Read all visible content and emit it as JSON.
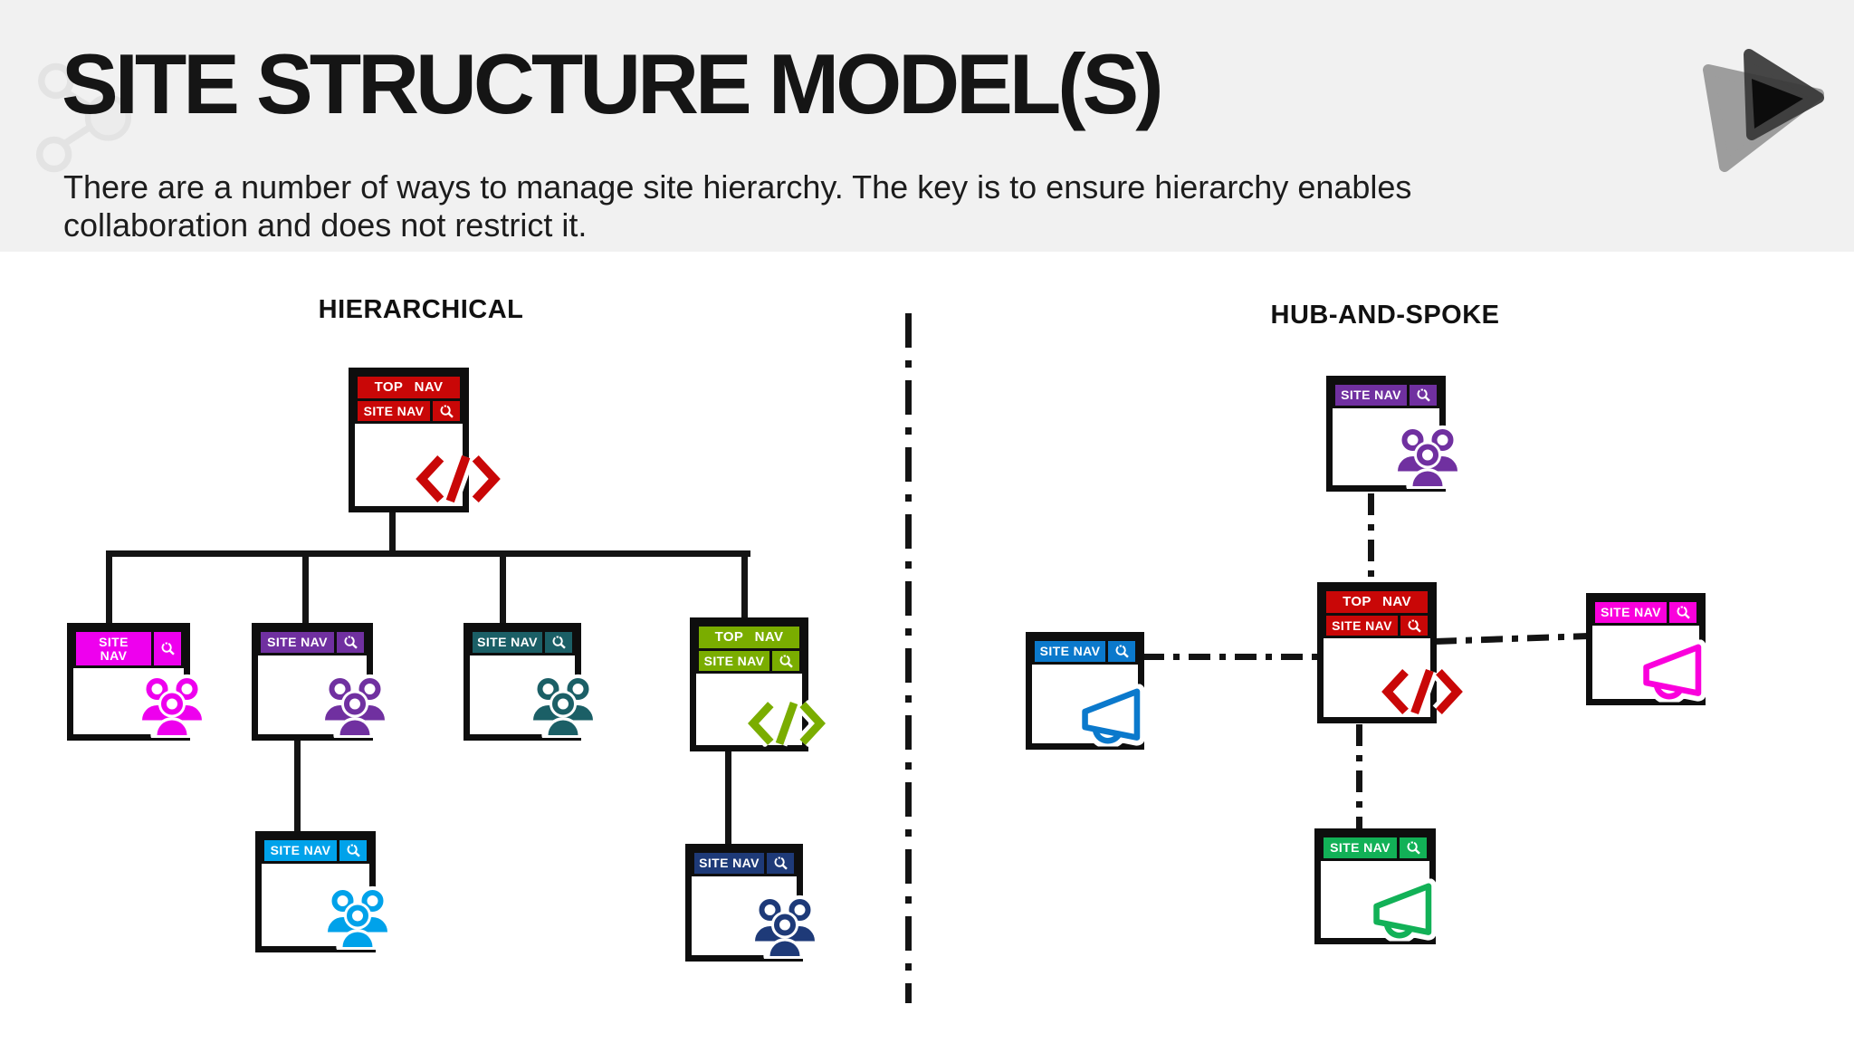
{
  "slide": {
    "title": "SITE STRUCTURE MODEL(S)",
    "subtitle": "There are a number of ways to manage site hierarchy. The key is to ensure hierarchy enables\ncollaboration and does not restrict it."
  },
  "labels": {
    "top_nav": "TOP NAV",
    "site_nav": "SITE NAV"
  },
  "sections": {
    "hierarchical": {
      "title": "HIERARCHICAL",
      "nodes": [
        {
          "id": "root",
          "color_key": "red",
          "bars": [
            "TOP NAV",
            "SITE NAV"
          ],
          "icon": "code-icon"
        },
        {
          "id": "child-1",
          "color_key": "magenta",
          "bars": [
            "SITE NAV"
          ],
          "icon": "people-icon"
        },
        {
          "id": "child-2",
          "color_key": "purple",
          "bars": [
            "SITE NAV"
          ],
          "icon": "people-icon",
          "child": "grandchild-1"
        },
        {
          "id": "child-3",
          "color_key": "teal",
          "bars": [
            "SITE NAV"
          ],
          "icon": "people-icon"
        },
        {
          "id": "child-4",
          "color_key": "olive_green",
          "bars": [
            "TOP NAV",
            "SITE NAV"
          ],
          "icon": "code-icon",
          "child": "grandchild-2"
        },
        {
          "id": "grandchild-1",
          "color_key": "light_blue",
          "bars": [
            "SITE NAV"
          ],
          "icon": "people-icon"
        },
        {
          "id": "grandchild-2",
          "color_key": "navy",
          "bars": [
            "SITE NAV"
          ],
          "icon": "people-icon"
        }
      ]
    },
    "hub_and_spoke": {
      "title": "HUB-AND-SPOKE",
      "nodes": [
        {
          "id": "hub",
          "color_key": "red",
          "bars": [
            "TOP NAV",
            "SITE NAV"
          ],
          "icon": "code-icon"
        },
        {
          "id": "spoke-top",
          "color_key": "purple",
          "bars": [
            "SITE NAV"
          ],
          "icon": "people-icon"
        },
        {
          "id": "spoke-left",
          "color_key": "spoke_blue",
          "bars": [
            "SITE NAV"
          ],
          "icon": "megaphone-icon"
        },
        {
          "id": "spoke-right",
          "color_key": "spoke_magenta",
          "bars": [
            "SITE NAV"
          ],
          "icon": "megaphone-icon"
        },
        {
          "id": "spoke-bottom",
          "color_key": "spoke_green",
          "bars": [
            "SITE NAV"
          ],
          "icon": "megaphone-icon"
        }
      ]
    }
  },
  "colors": {
    "header_band": "#f1f1f1",
    "line": "#141414",
    "red": "#c90707",
    "magenta": "#ee00ee",
    "purple": "#7030a0",
    "teal": "#1b5f66",
    "olive_green": "#7aad00",
    "light_blue": "#00a2ea",
    "navy": "#1e3a78",
    "spoke_blue": "#0b79cc",
    "spoke_magenta": "#fa00dc",
    "spoke_green": "#12b157"
  }
}
